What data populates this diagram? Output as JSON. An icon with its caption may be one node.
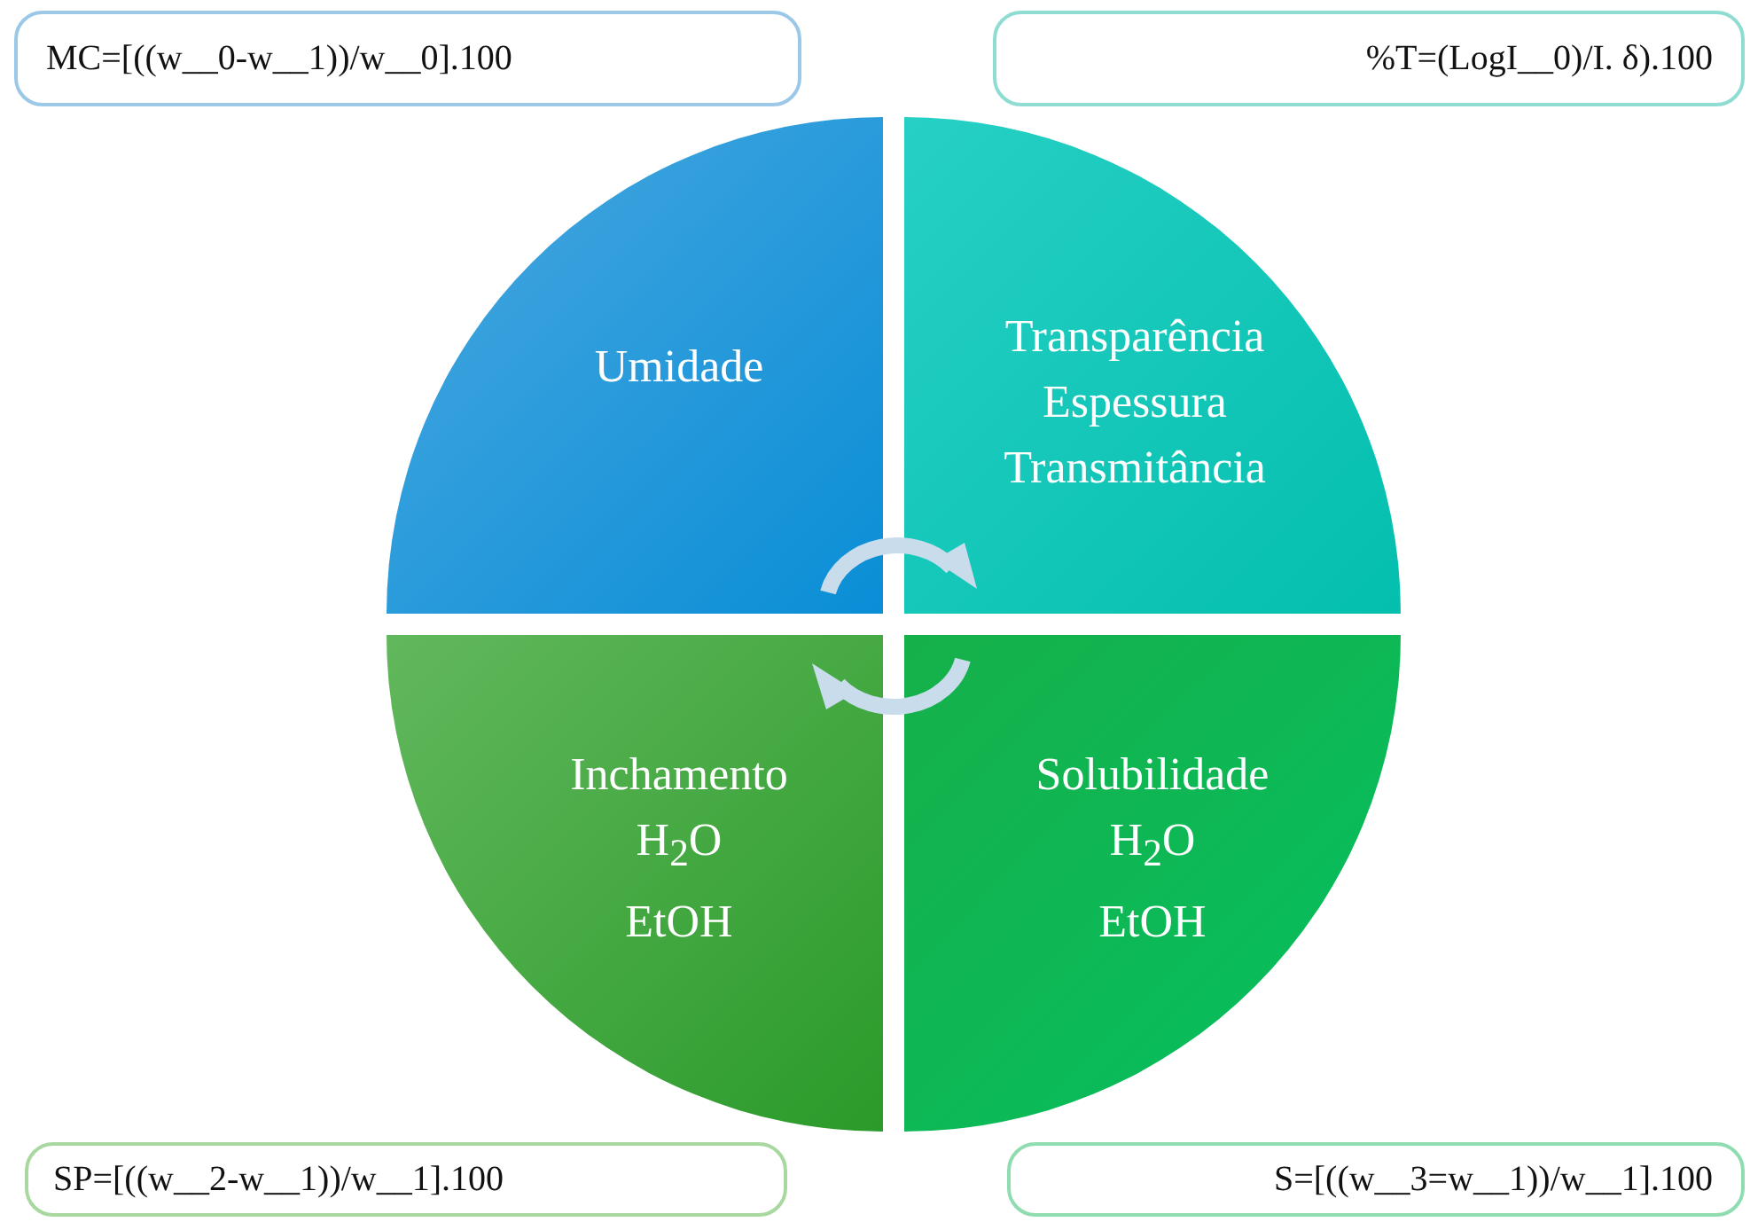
{
  "diagram": {
    "nodes": [
      {
        "text": [
          "MC=[((w__0-w__1))/w__0].100"
        ]
      },
      {
        "text": [
          "%T=(LogI__0)/I. δ).100"
        ]
      },
      {
        "text": [
          "Umidade"
        ]
      },
      {
        "text": [
          "Transparência",
          "Espessura",
          "Transmitância"
        ]
      },
      {
        "text": [
          "Inchamento",
          "H$_{2}$O",
          "EtOH"
        ]
      },
      {
        "text": [
          "Solubilidade",
          "H$_{2}$O",
          "EtOH"
        ]
      },
      {
        "text": [
          "SP=[((w__2-w__1))/w__1].100"
        ]
      },
      {
        "text": [
          "S=[((w__3=w__1))/w__1].100"
        ]
      }
    ],
    "edges": []
  }
}
